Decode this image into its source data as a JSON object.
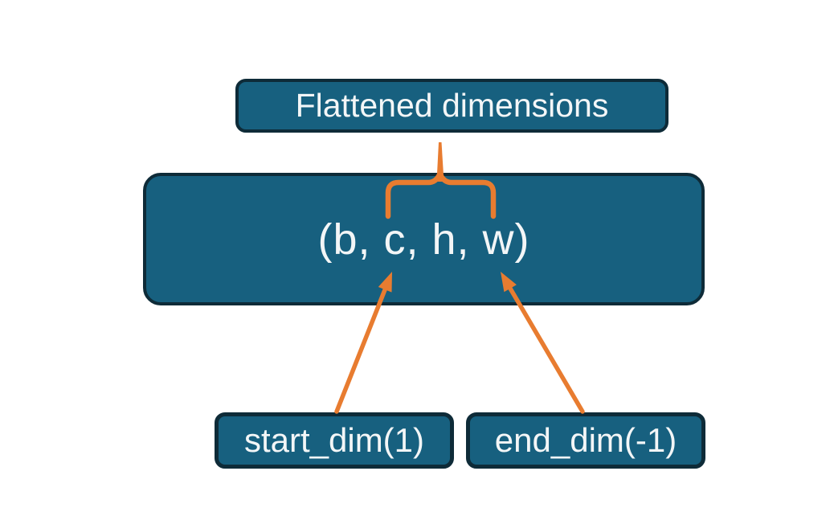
{
  "colors": {
    "box_fill": "#17607f",
    "box_border": "#0e2b38",
    "accent_orange": "#e87c30",
    "text": "#f3f6f7",
    "background": "#ffffff"
  },
  "diagram": {
    "top_label": "Flattened dimensions",
    "tensor_shape": "(b, c, h, w)",
    "start_dim_label": "start_dim(1)",
    "end_dim_label": "end_dim(-1)"
  }
}
